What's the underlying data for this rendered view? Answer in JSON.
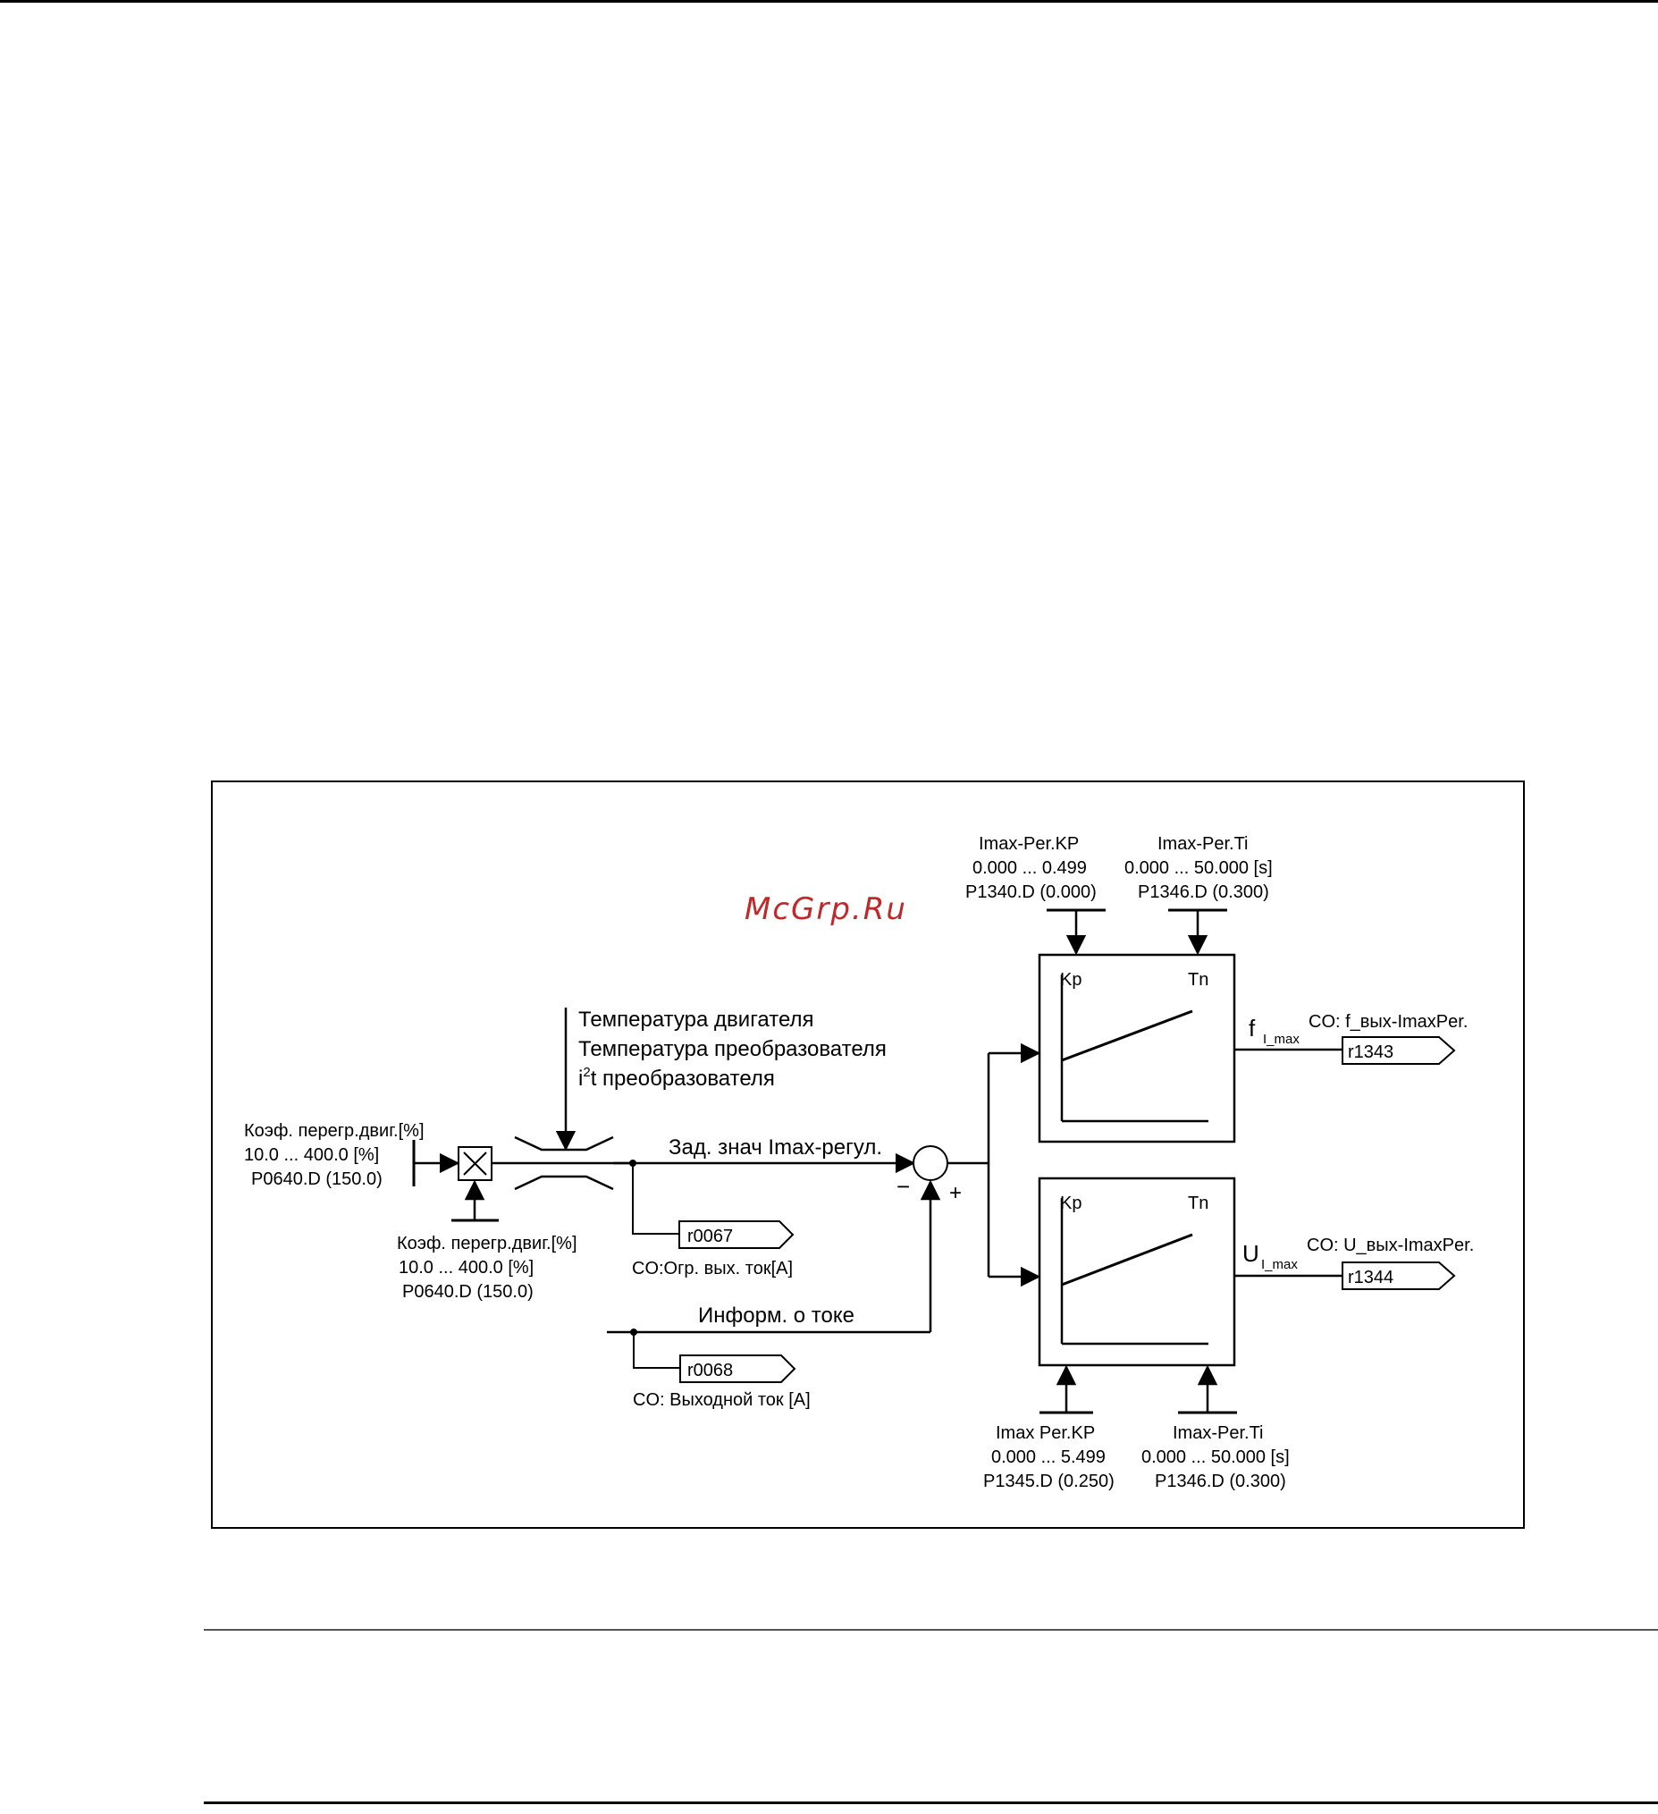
{
  "watermark": "McGrp.Ru",
  "input_block": {
    "label": "Коэф. перегр.двиг.[%]",
    "range": "10.0 ... 400.0  [%]",
    "param": "P0640.D (150.0)"
  },
  "multiplier_input": {
    "label": "Коэф. перегр.двиг.[%]",
    "range": "10.0 ... 400.0  [%]",
    "param": "P0640.D (150.0)"
  },
  "limiter_inputs": [
    "Температура двигателя",
    "Температура преобразователя",
    "преобразователя"
  ],
  "limiter_i2t_prefix": "i",
  "limiter_i2t_sup": "2",
  "limiter_i2t_t": "t",
  "setpoint_label": "Зад. знач Imax-регул.",
  "current_info_label": "Информ. о токе",
  "connector_r0067": {
    "id": "r0067",
    "label": "CO:Огр. вых. ток[A]"
  },
  "connector_r0068": {
    "id": "r0068",
    "label": "CO: Выходной ток [A]"
  },
  "summer_signs": {
    "minus": "−",
    "plus": "+"
  },
  "controller_top": {
    "kp_label": "Kp",
    "tn_label": "Tn",
    "kp_param": {
      "name": "Imax-Per.KP",
      "range": "0.000 ... 0.499",
      "param": "P1340.D (0.000)"
    },
    "ti_param": {
      "name": "Imax-Per.Ti",
      "range": "0.000 ... 50.000  [s]",
      "param": "P1346.D (0.300)"
    },
    "output_symbol": "f",
    "output_sub": "I_max",
    "output": {
      "id": "r1343",
      "label": "CO: f_вых-ImaxPer."
    }
  },
  "controller_bottom": {
    "kp_label": "Kp",
    "tn_label": "Tn",
    "kp_param": {
      "name": "Imax Per.KP",
      "range": "0.000 ... 5.499",
      "param": "P1345.D (0.250)"
    },
    "ti_param": {
      "name": "Imax-Per.Ti",
      "range": "0.000 ... 50.000  [s]",
      "param": "P1346.D (0.300)"
    },
    "output_symbol": "U",
    "output_sub": "I_max",
    "output": {
      "id": "r1344",
      "label": "CO: U_вых-ImaxPer."
    }
  }
}
